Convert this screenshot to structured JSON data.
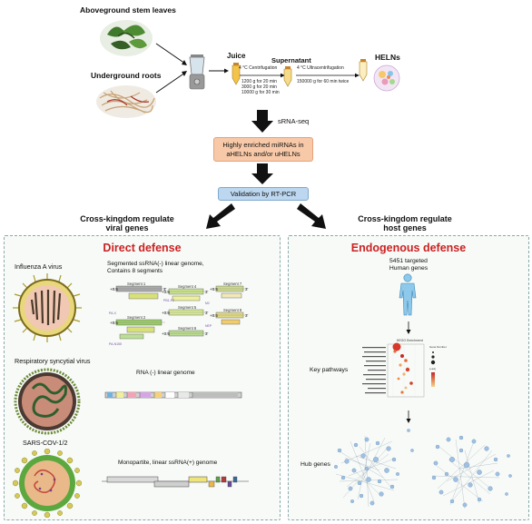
{
  "top": {
    "aboveground_label": "Aboveground stem leaves",
    "underground_label": "Underground roots",
    "juice_label": "Juice",
    "supernatant_label": "Supernatant",
    "helns_label": "HELNs",
    "centrifugation_label": "4 °C Centrifugation",
    "centrifugation_steps": [
      "1200 g for 20 min",
      "3000 g for 20 min",
      "10000 g for 30 min"
    ],
    "ultracentrifugation_label": "4 °C Ultracentrifugation",
    "ultracentrifugation_step": "150000 g for 60 min twice",
    "srna_seq_label": "sRNA-seq",
    "mirna_box_line1": "Highly enriched miRNAs in",
    "mirna_box_line2": "aHELNs and/or uHELNs",
    "validation_label": "Validation by RT-PCR"
  },
  "branches": {
    "left_line1": "Cross-kingdom regulate",
    "left_line2": "viral genes",
    "right_line1": "Cross-kingdom regulate",
    "right_line2": "host genes"
  },
  "direct_defense": {
    "title": "Direct defense",
    "influenza_label": "Influenza A virus",
    "influenza_genome_line1": "Segmented ssRNA(-) linear genome,",
    "influenza_genome_line2": "Contains 8 segments",
    "segments": [
      "Segment 1",
      "Segment 2",
      "Segment 3",
      "Segment 4",
      "Segment 5",
      "Segment 6",
      "Segment 7",
      "Segment 8"
    ],
    "rsv_label": "Respiratory syncytial virus",
    "rsv_genome": "RNA (-) linear genome",
    "sars_label": "SARS-COV-1/2",
    "sars_genome": "Monopartite, linear ssRNA(+) genome"
  },
  "endogenous_defense": {
    "title": "Endogenous defense",
    "targeted_line1": "5451 targeted",
    "targeted_line2": "Human genes",
    "pathways_label": "Key pathways",
    "hub_label": "Hub genes",
    "kegg_title": "KEGG Enrichment"
  },
  "colors": {
    "arrow_box_fill": "#f7c9a8",
    "validation_fill": "#bcd7ef",
    "title_red": "#cc2222",
    "panel_border": "#88aaaa"
  }
}
